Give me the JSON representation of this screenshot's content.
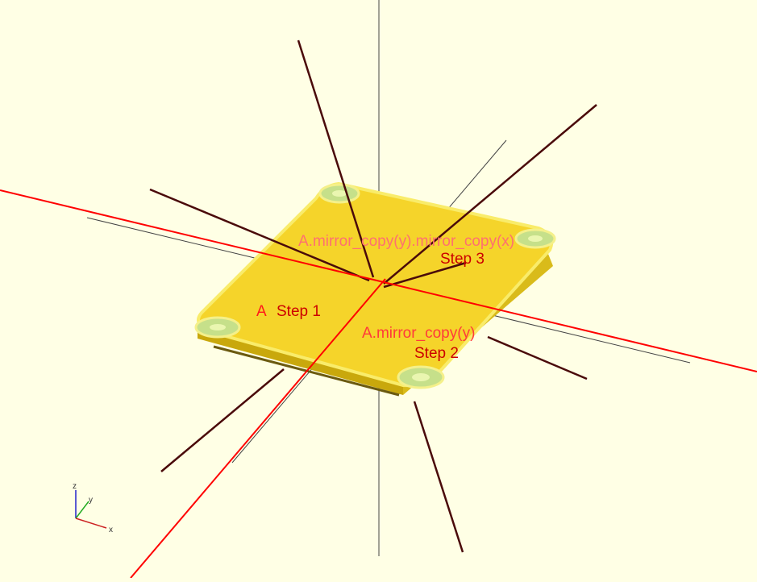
{
  "viewport": {
    "background": "#ffffe5",
    "labels": {
      "a": "A",
      "step1": "Step 1",
      "mirror_y": "A.mirror_copy(y)",
      "step2": "Step 2",
      "mirror_xy": "A.mirror_copy(y).mirror_copy(x)",
      "step3": "Step 3"
    }
  },
  "axes_gizmo": {
    "x": "x",
    "y": "y",
    "z": "z"
  },
  "colors": {
    "plate": "#f5d42a",
    "plate_edge": "#f8f07a",
    "hole": "#c6e08a",
    "red_axis": "#ff0000",
    "dark_ray": "#4a0a0a",
    "label_pink": "#ff7070",
    "label_dark": "#cc0000"
  }
}
